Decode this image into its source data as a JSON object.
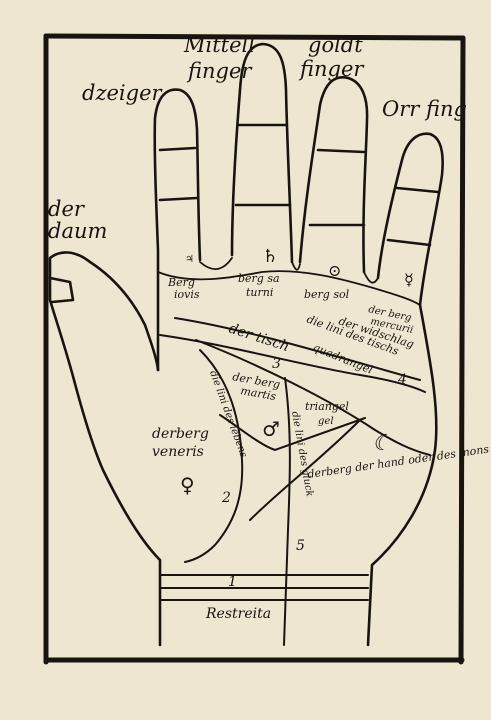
{
  "finger_labels": {
    "zeiger": "dzeiger",
    "mittel_1": "Mittell",
    "mittel_2": "finger",
    "gold_1": "goldt",
    "gold_2": "finger",
    "orr": "Orr fing",
    "daum_1": "der",
    "daum_2": "daum"
  },
  "mounts": {
    "jovis_1": "Berg",
    "jovis_2": "iovis",
    "saturni_1": "berg sa",
    "saturni_2": "turni",
    "sol": "berg sol",
    "mercurii_1": "der berg",
    "mercurii_2": "mercurii",
    "veneris_1": "derberg",
    "veneris_2": "veneris",
    "martis_1": "der berg",
    "martis_2": "martis",
    "mons": "derberg der hand oder des mons"
  },
  "lines": {
    "tisch": "der tisch",
    "widschlag": "der widschlag",
    "lini_tischs": "die lini des tischs",
    "quadrangel": "quadrangel",
    "triangel_1": "triangel",
    "triangel_2": "gel",
    "lini_lebens": "die lini des lebens",
    "lini_gluck": "die lini des gluck",
    "restreita": "Restreita"
  },
  "numbers": {
    "n1": "1",
    "n2": "2",
    "n3": "3",
    "n4": "4",
    "n5": "5"
  },
  "symbols": {
    "saturn": "♄",
    "sun": "⊙",
    "mercury": "☿",
    "venus": "♀",
    "mars": "♂",
    "moon": "☾",
    "jupiter": "♃"
  },
  "colors": {
    "paper": "#efe6d2",
    "ink": "#1a1410"
  }
}
